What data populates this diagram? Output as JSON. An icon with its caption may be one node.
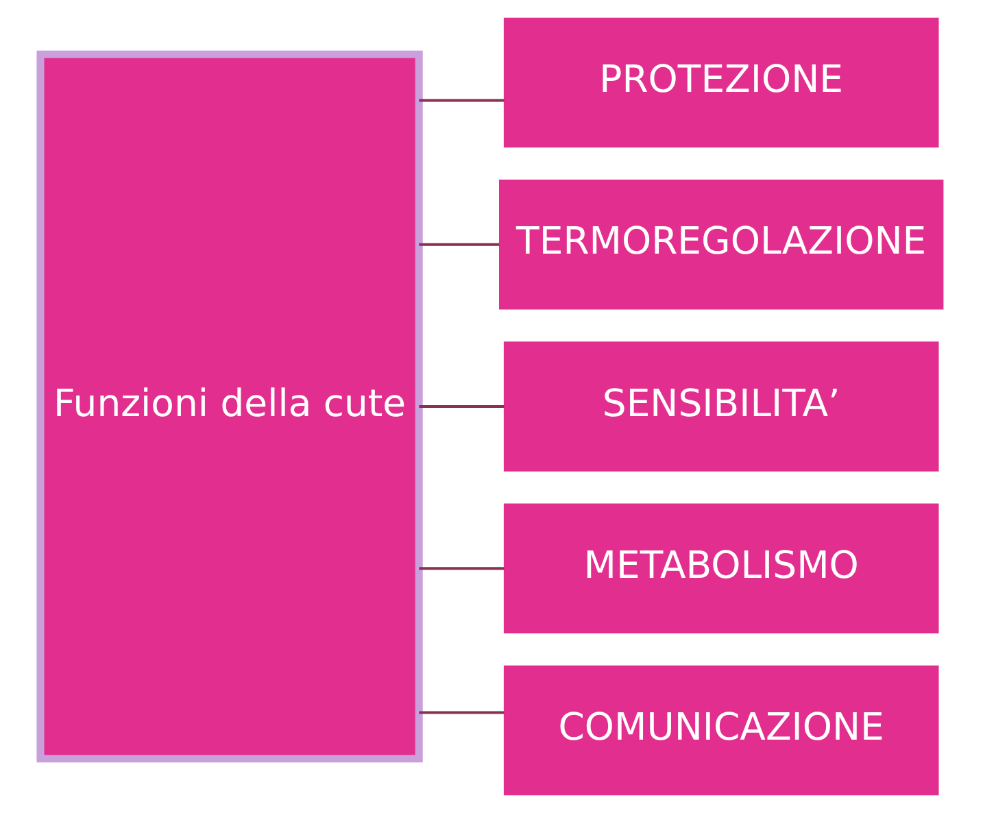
{
  "diagram": {
    "nodes": [
      {
        "text": [
          "Funzioni della cute"
        ]
      },
      {
        "text": [
          "PROTEZIONE"
        ]
      },
      {
        "text": [
          "TERMOREGOLAZIONE"
        ]
      },
      {
        "text": [
          "SENSIBILITA’"
        ]
      },
      {
        "text": [
          "METABOLISMO"
        ]
      },
      {
        "text": [
          "COMUNICAZIONE"
        ]
      }
    ],
    "edges": [
      {
        "from": 0,
        "to": 1,
        "arrow": "none"
      },
      {
        "from": 0,
        "to": 2,
        "arrow": "none"
      },
      {
        "from": 0,
        "to": 3,
        "arrow": "none"
      },
      {
        "from": 0,
        "to": 4,
        "arrow": "none"
      },
      {
        "from": 0,
        "to": 5,
        "arrow": "none"
      }
    ]
  }
}
